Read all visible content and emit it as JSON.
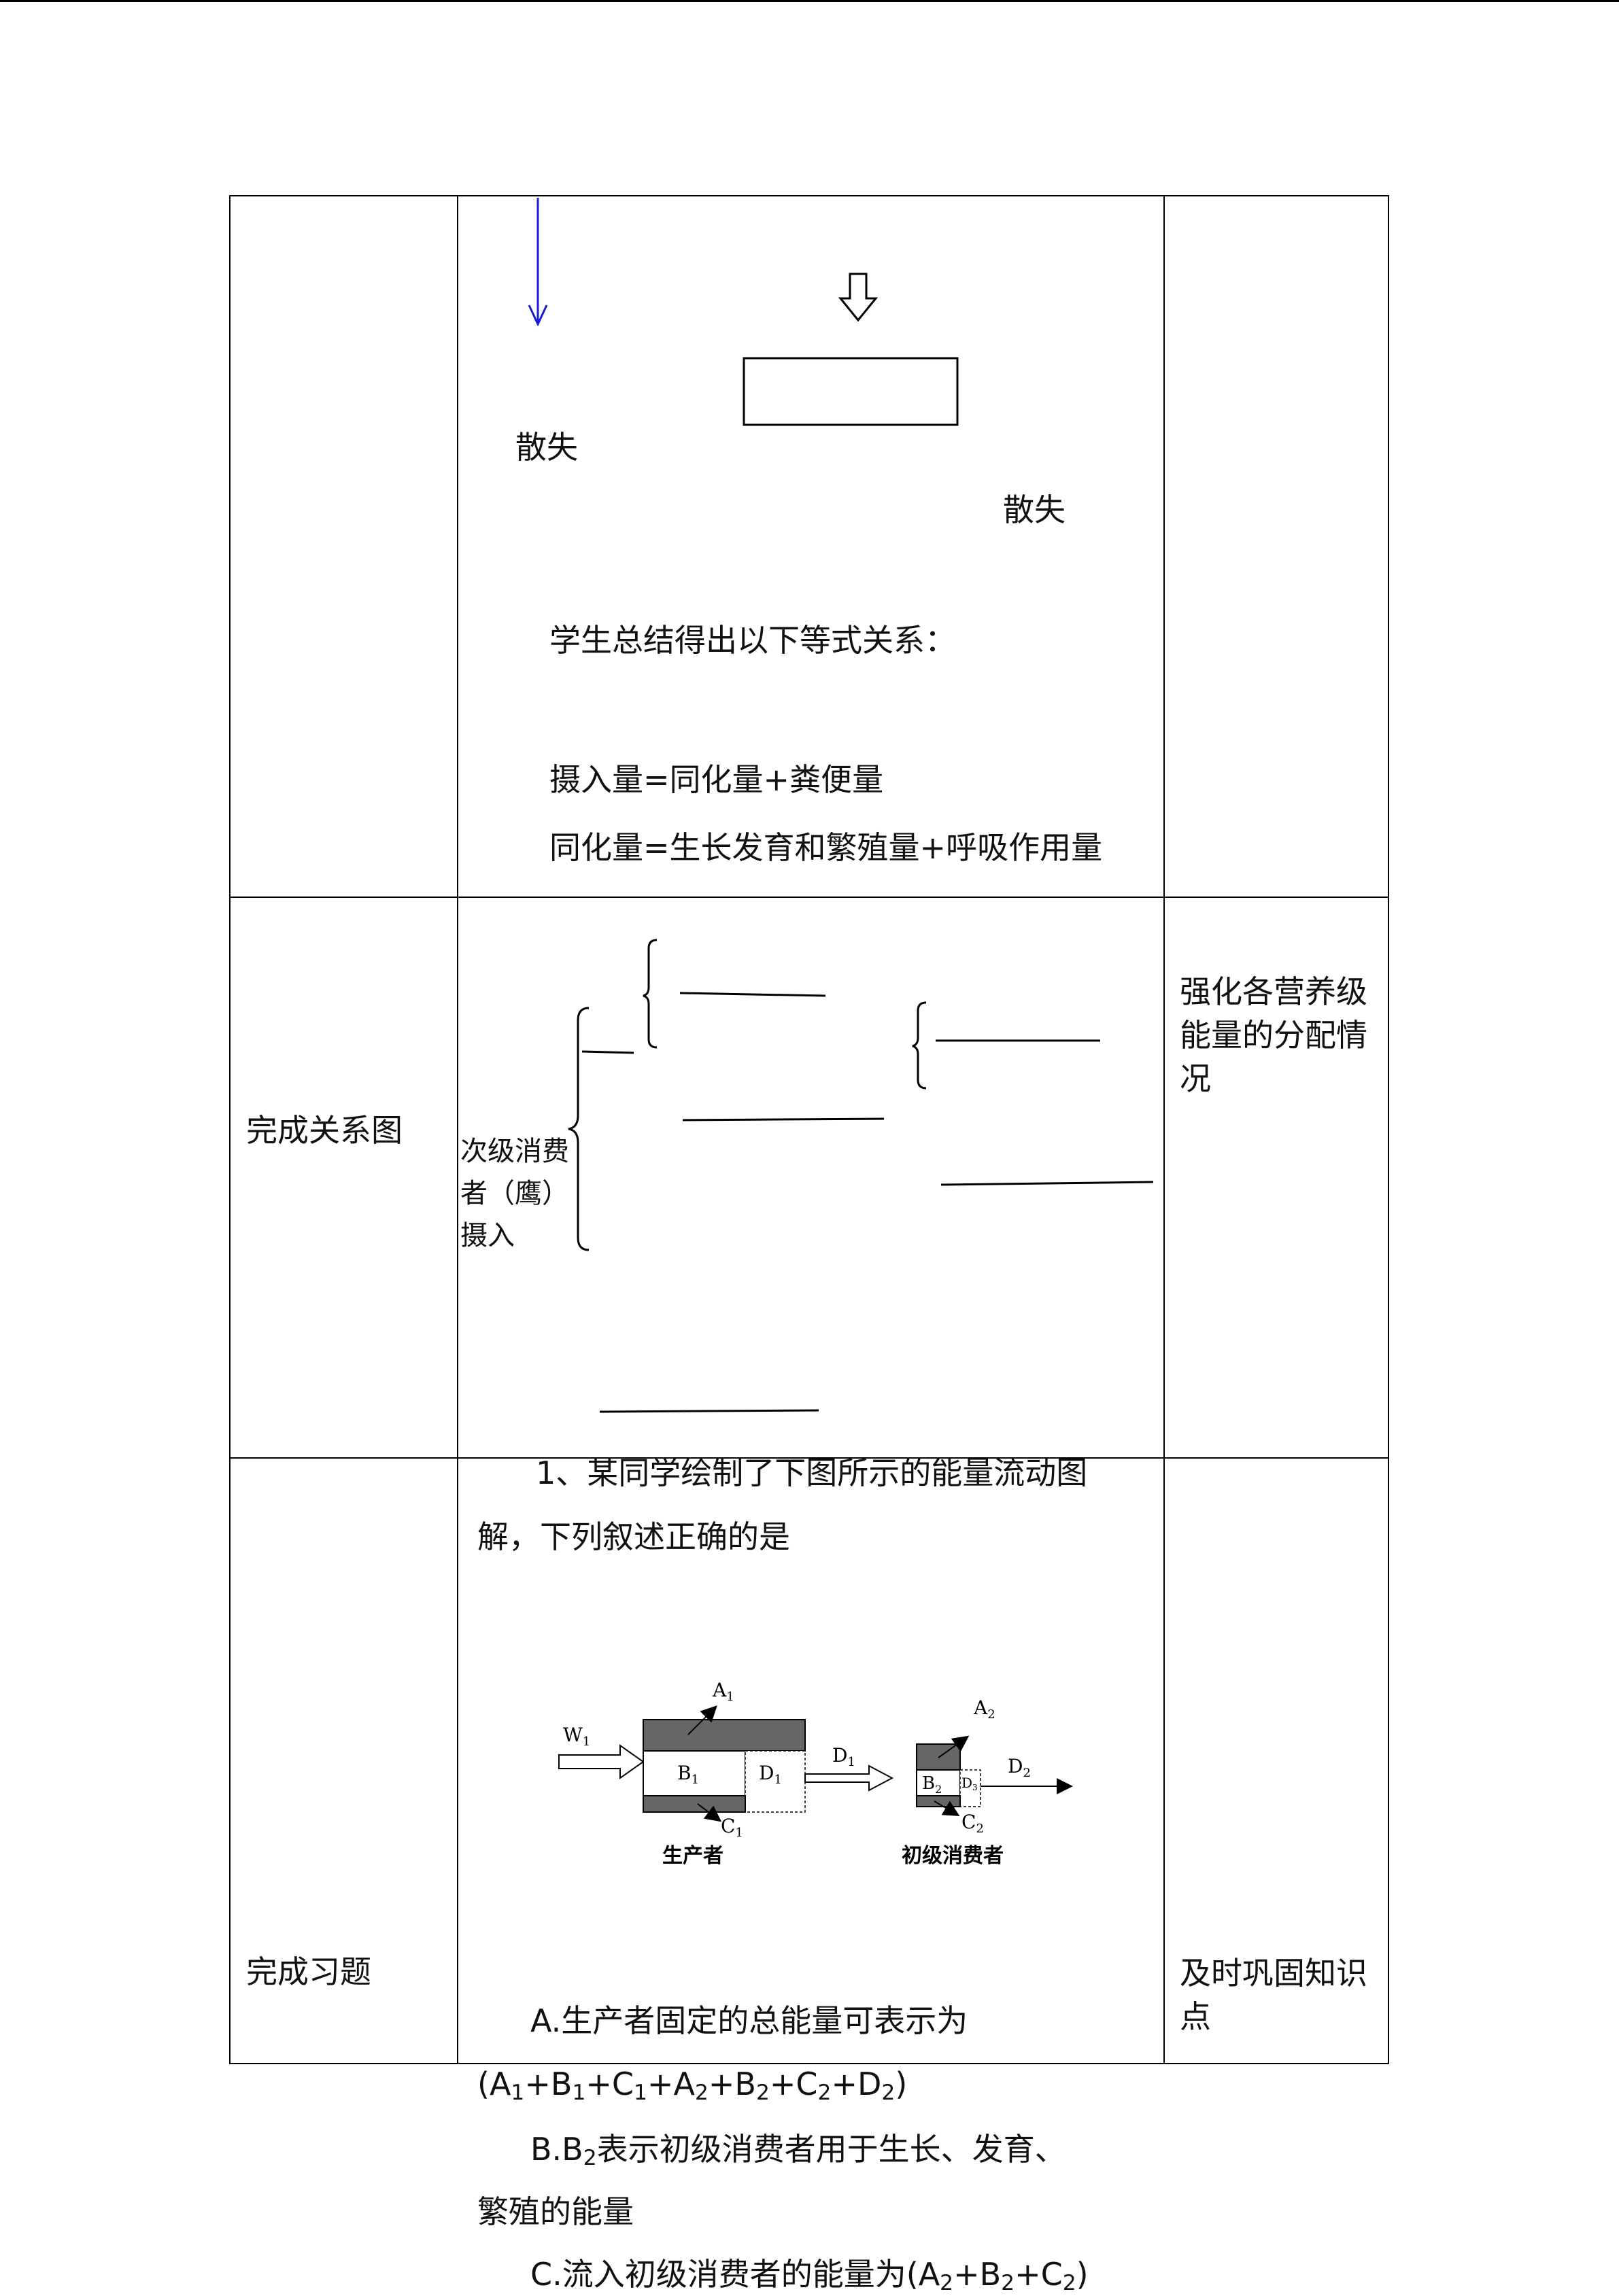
{
  "rows": [
    {
      "left_label": "",
      "middle": {
        "lost_left": "散失",
        "lost_right": "散失",
        "summary_intro": "学生总结得出以下等式关系：",
        "equation_1": "摄入量=同化量+粪便量",
        "equation_2": "同化量=生长发育和繁殖量+呼吸作用量"
      },
      "right_note": ""
    },
    {
      "left_label": "完成关系图",
      "middle": {
        "consumer_line_1": "次级消费",
        "consumer_line_2": "者（鹰）",
        "consumer_line_3": "摄入"
      },
      "right_note_lines": [
        "强化各营养级",
        "能量的分配情",
        "况"
      ]
    },
    {
      "left_label": "完成习题",
      "middle": {
        "question_line_1": "1、某同学绘制了下图所示的能量流动图",
        "question_line_2": "解，下列叙述正确的是",
        "figure": {
          "W1": "W",
          "A1": "A",
          "B1": "B",
          "C1": "C",
          "D1": "D",
          "A2": "A",
          "B2": "B",
          "C2": "C",
          "D2": "D",
          "D3": "D",
          "producer": "生产者",
          "primary_consumer": "初级消费者",
          "sub1": "1",
          "sub2": "2",
          "sub3": "3"
        },
        "option_a": "A.生产者固定的总能量可表示为"
      },
      "right_note_lines": [
        "及时巩固知识",
        "点"
      ]
    }
  ],
  "overflow": {
    "a_tail": "(A",
    "a_tail_parts": [
      "1",
      "+B",
      "1",
      "+C",
      "1",
      "+A",
      "2",
      "+B",
      "2",
      "+C",
      "2",
      "+D",
      "2",
      ")"
    ],
    "option_b_pre": "B.B",
    "option_b_sub": "2",
    "option_b_post": "表示初级消费者用于生长、发育、",
    "option_b_line2": "繁殖的能量",
    "option_c_pre": "C.流入初级消费者的能量为(A",
    "option_c_parts": [
      "2",
      "+B",
      "2",
      "+C",
      "2",
      ")"
    ]
  }
}
